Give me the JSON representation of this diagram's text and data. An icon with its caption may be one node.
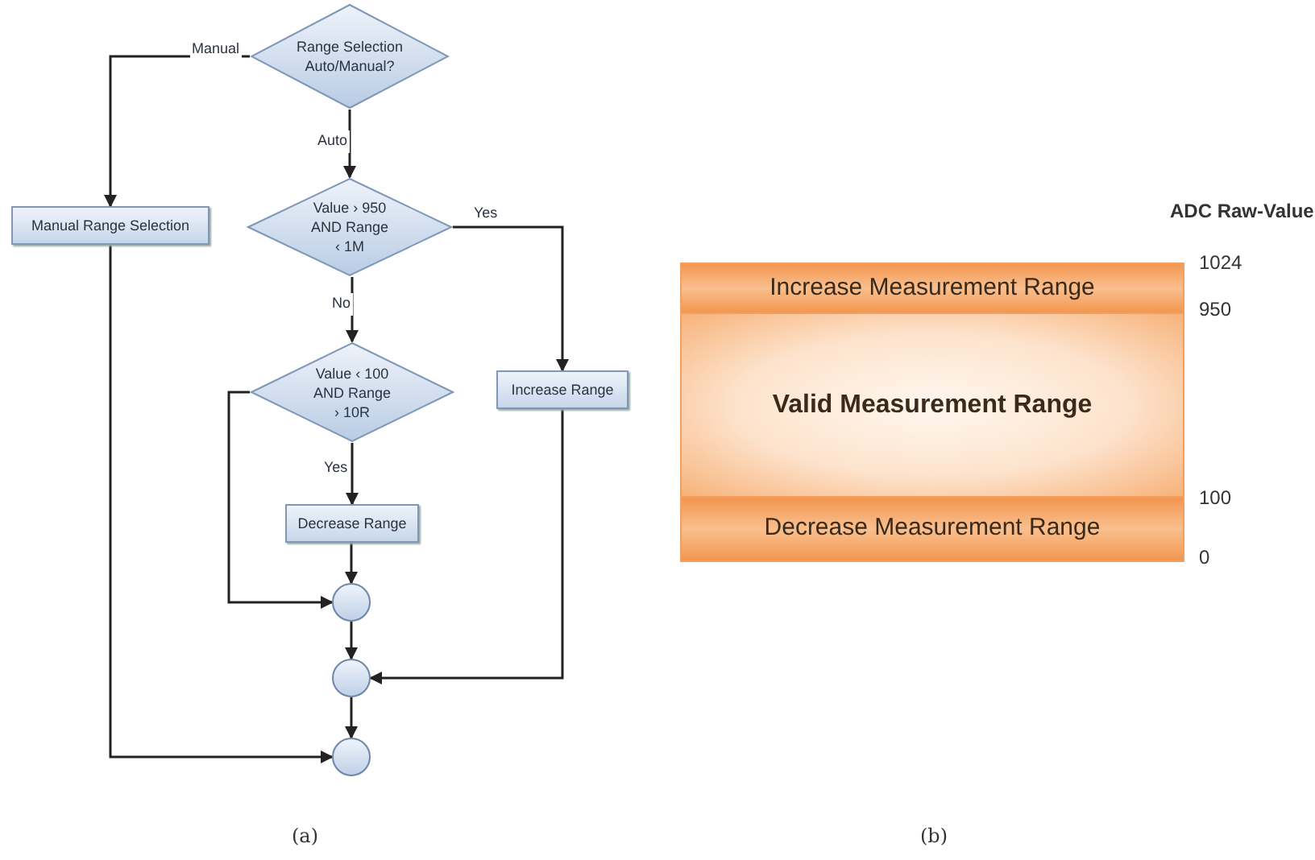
{
  "diagram": {
    "nodes": [
      {
        "text": [
          "Range Selection Auto/Manual?"
        ]
      },
      {
        "text": [
          "Manual Range Selection"
        ]
      },
      {
        "text": [
          "Value › 950 AND Range ‹ 1M"
        ]
      },
      {
        "text": [
          "Increase Range"
        ]
      },
      {
        "text": [
          "Value ‹ 100 AND Range › 10R"
        ]
      },
      {
        "text": [
          "Decrease Range"
        ]
      },
      {
        "text": [],
        "shape": "circle"
      },
      {
        "text": [],
        "shape": "circle"
      },
      {
        "text": [],
        "shape": "circle"
      },
      {
        "text": [
          "Increase Measurement Range"
        ]
      },
      {
        "text": [
          "Valid Measurement Range"
        ]
      },
      {
        "text": [
          "Decrease Measurement Range"
        ]
      }
    ],
    "edges": [
      {
        "from": 0,
        "to": 1,
        "arrow": "to",
        "label": "Manual"
      },
      {
        "from": 0,
        "to": 2,
        "arrow": "to",
        "label": "Auto"
      },
      {
        "from": 2,
        "to": 3,
        "arrow": "to",
        "label": "Yes"
      },
      {
        "from": 2,
        "to": 4,
        "arrow": "to",
        "label": "No"
      },
      {
        "from": 4,
        "to": 5,
        "arrow": "to",
        "label": "Yes"
      },
      {
        "from": 4,
        "to": 6,
        "arrow": "to"
      },
      {
        "from": 5,
        "to": 6,
        "arrow": "to"
      },
      {
        "from": 6,
        "to": 7,
        "arrow": "to"
      },
      {
        "from": 3,
        "to": 7,
        "arrow": "to"
      },
      {
        "from": 7,
        "to": 8,
        "arrow": "to"
      },
      {
        "from": 1,
        "to": 8,
        "arrow": "to"
      }
    ],
    "labels": [
      "ADC Raw-Value",
      "1024",
      "950",
      "100",
      "0",
      "(a)",
      "(b)"
    ]
  }
}
